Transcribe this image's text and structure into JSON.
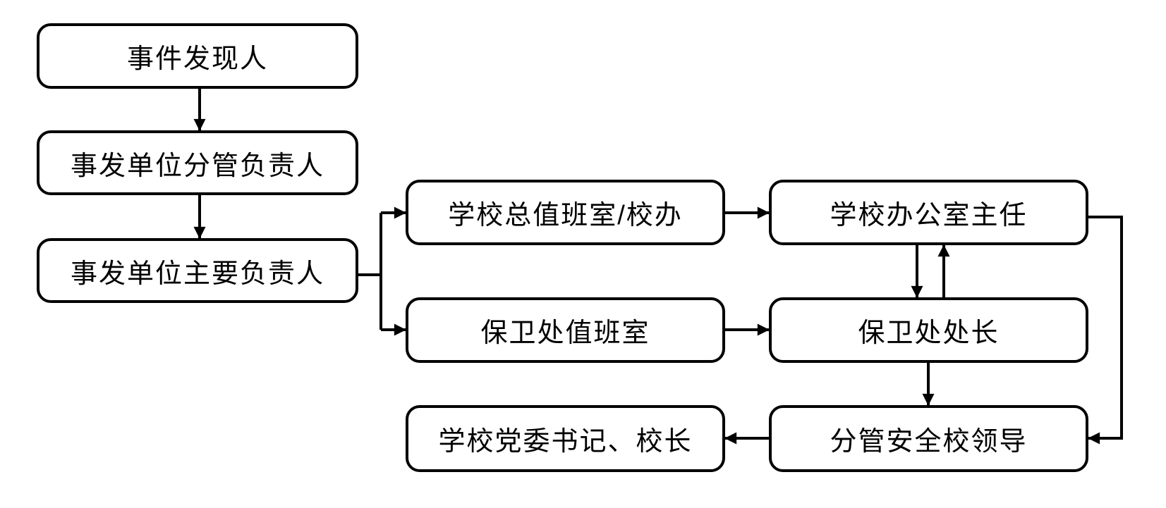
{
  "diagram": {
    "background_color": "#ffffff",
    "line_color": "#000000",
    "nodes": {
      "incident_discoverer": {
        "label": "事件发现人"
      },
      "unit_deputy_head": {
        "label": "事发单位分管负责人"
      },
      "unit_main_head": {
        "label": "事发单位主要负责人"
      },
      "school_duty_office": {
        "label": "学校总值班室/校办"
      },
      "security_duty_room": {
        "label": "保卫处值班室"
      },
      "school_office_director": {
        "label": "学校办公室主任"
      },
      "security_dept_head": {
        "label": "保卫处处长"
      },
      "safety_school_leader": {
        "label": "分管安全校领导"
      },
      "party_secretary_president": {
        "label": "学校党委书记、校长"
      }
    },
    "edges": [
      {
        "from": "incident_discoverer",
        "to": "unit_deputy_head",
        "direction": "down"
      },
      {
        "from": "unit_deputy_head",
        "to": "unit_main_head",
        "direction": "down"
      },
      {
        "from": "unit_main_head",
        "to": "school_duty_office",
        "direction": "right-branch-up"
      },
      {
        "from": "unit_main_head",
        "to": "security_duty_room",
        "direction": "right-branch-down"
      },
      {
        "from": "school_duty_office",
        "to": "school_office_director",
        "direction": "right"
      },
      {
        "from": "security_duty_room",
        "to": "security_dept_head",
        "direction": "right"
      },
      {
        "from": "school_office_director",
        "to": "security_dept_head",
        "direction": "down"
      },
      {
        "from": "security_dept_head",
        "to": "school_office_director",
        "direction": "up"
      },
      {
        "from": "school_office_director",
        "to": "safety_school_leader",
        "direction": "routed-right-side-down"
      },
      {
        "from": "security_dept_head",
        "to": "safety_school_leader",
        "direction": "down"
      },
      {
        "from": "safety_school_leader",
        "to": "party_secretary_president",
        "direction": "left"
      }
    ]
  }
}
